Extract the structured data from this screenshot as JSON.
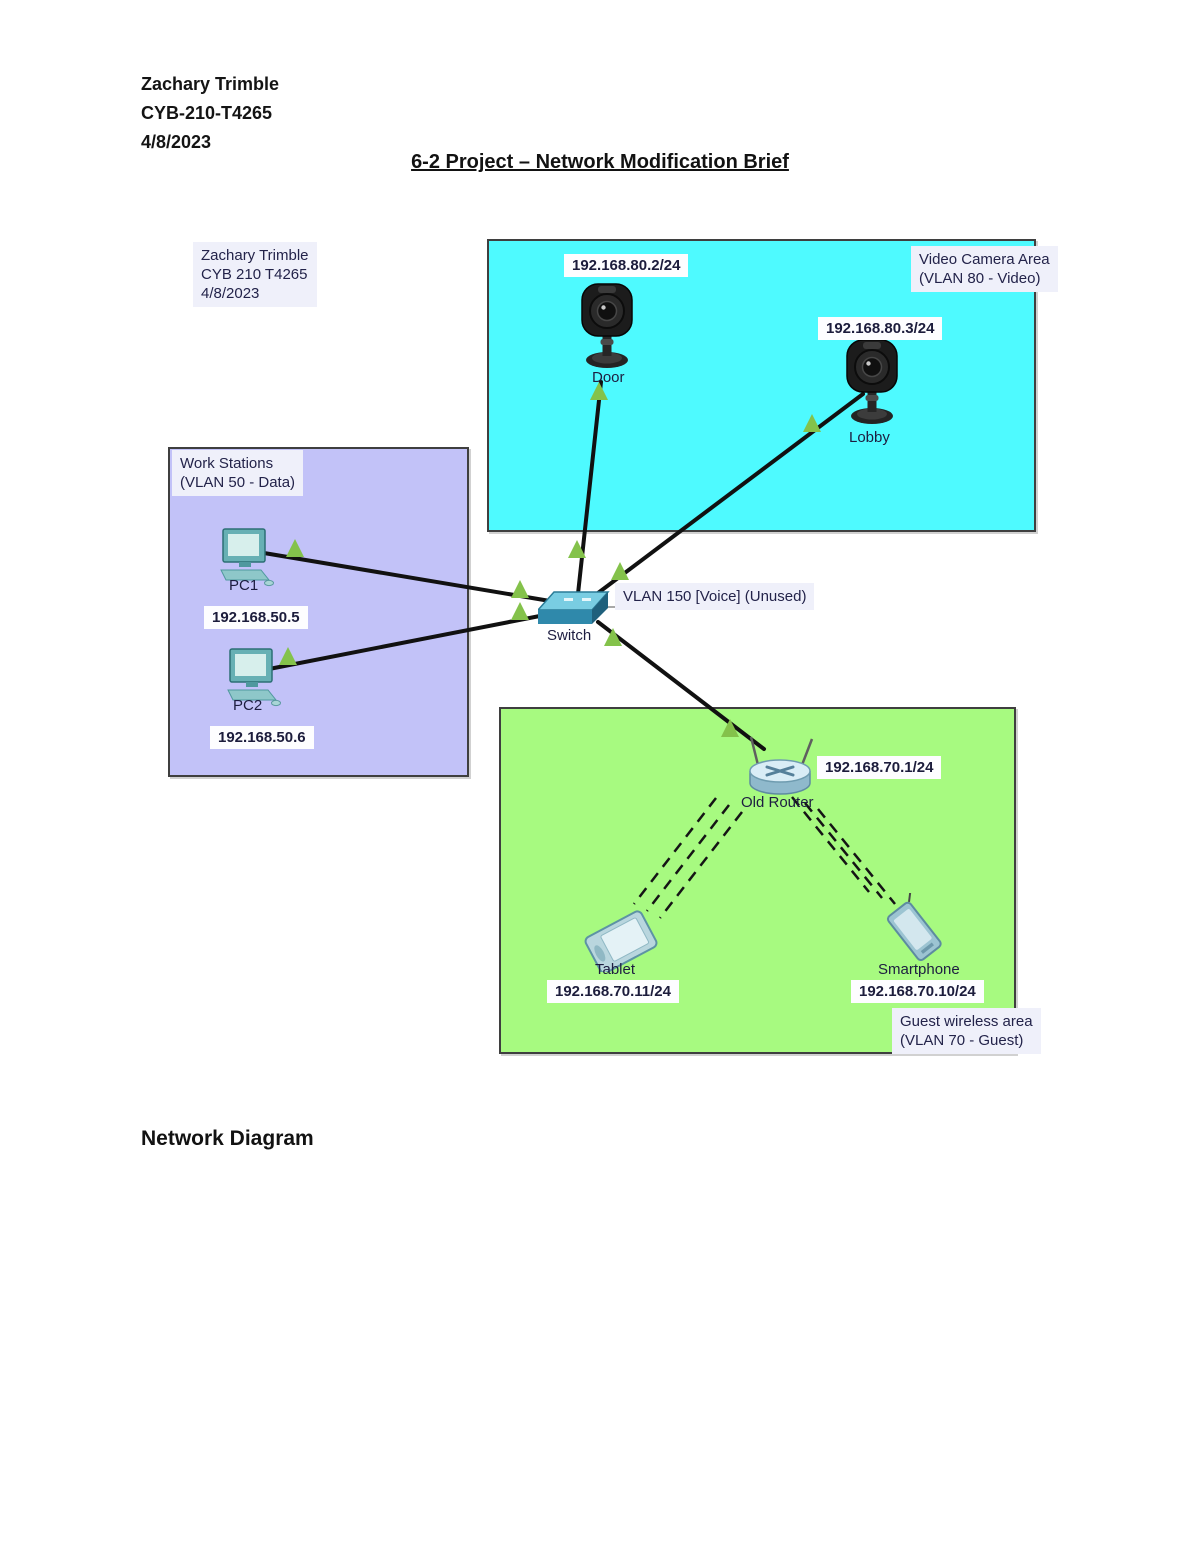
{
  "document": {
    "header_lines": [
      "Zachary Trimble",
      "CYB-210-T4265",
      "4/8/2023"
    ],
    "title": "6-2 Project – Network Modification Brief",
    "section_heading": "Network Diagram"
  },
  "diagram": {
    "author_box": {
      "lines": [
        "Zachary Trimble",
        "CYB 210 T4265",
        "4/8/2023"
      ]
    },
    "areas": {
      "video": {
        "name": "Video Camera Area",
        "vlan": "(VLAN 80 - Video)",
        "color": "#4efaff"
      },
      "workstations": {
        "name": "Work Stations",
        "vlan": "(VLAN 50 - Data)",
        "color": "#c2c2f8"
      },
      "guest": {
        "name": "Guest wireless area",
        "vlan": "(VLAN 70 - Guest)",
        "color": "#a7fa80"
      }
    },
    "vlan150_label": "VLAN 150 [Voice] (Unused)",
    "devices": {
      "door": {
        "label": "Door",
        "ip": "192.168.80.2/24"
      },
      "lobby": {
        "label": "Lobby",
        "ip": "192.168.80.3/24"
      },
      "pc1": {
        "label": "PC1",
        "ip": "192.168.50.5"
      },
      "pc2": {
        "label": "PC2",
        "ip": "192.168.50.6"
      },
      "switch": {
        "label": "Switch"
      },
      "old_router": {
        "label": "Old Router",
        "ip": "192.168.70.1/24"
      },
      "tablet": {
        "label": "Tablet",
        "ip": "192.168.70.11/24"
      },
      "smartphone": {
        "label": "Smartphone",
        "ip": "192.168.70.10/24"
      }
    },
    "colors": {
      "link": "#111111",
      "voice_line": "#a8a8a8",
      "arrow": "#84c24b"
    }
  }
}
